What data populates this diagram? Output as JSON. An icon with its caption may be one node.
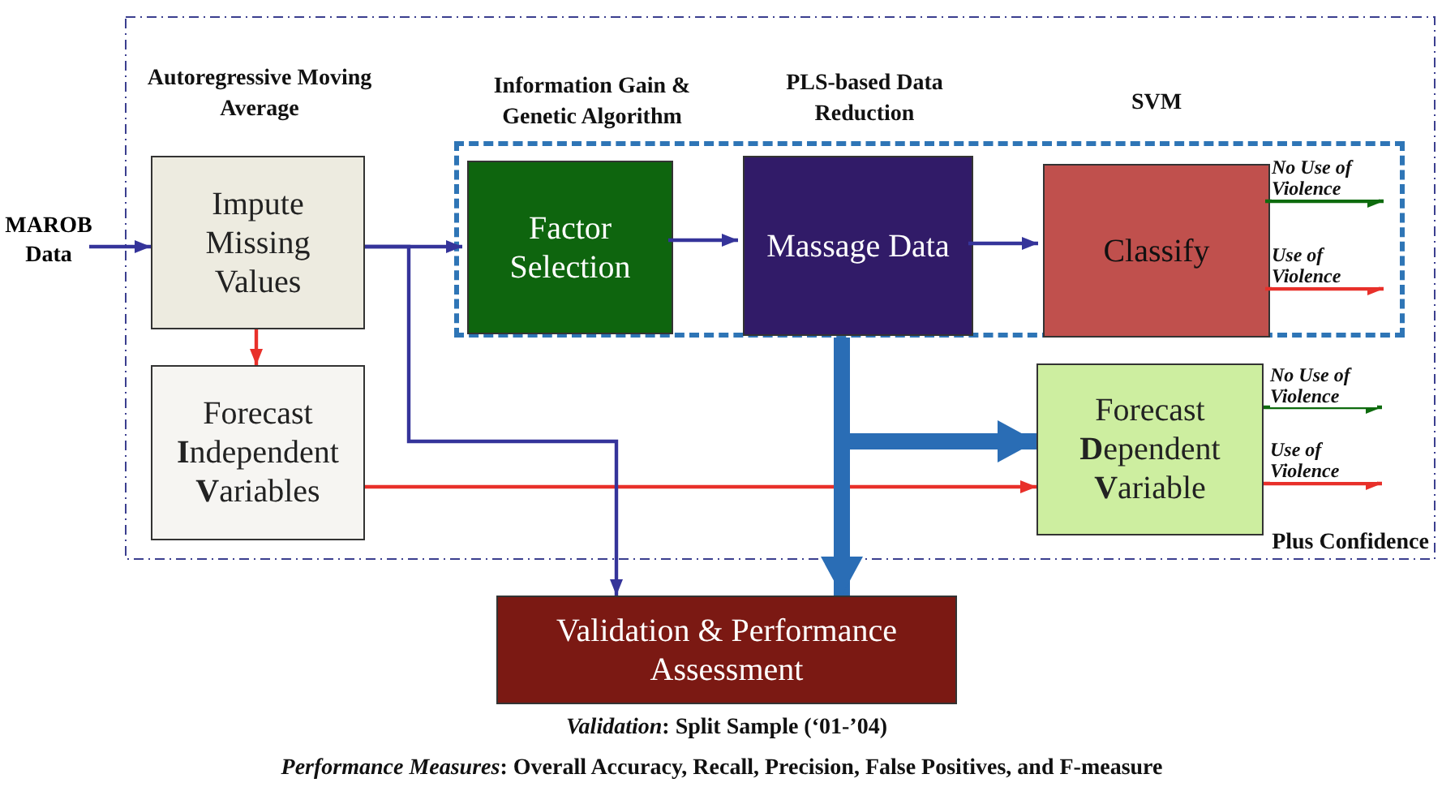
{
  "diagram": {
    "nodes": [
      {
        "text": [],
        "shape": "box"
      },
      {
        "text": [
          "MAROB Data"
        ]
      },
      {
        "text": [
          "Impute Missing Values"
        ],
        "in": 0,
        "beside": [
          "Autoregressive Moving Average"
        ]
      },
      {
        "text": [],
        "shape": "box",
        "in": 0
      },
      {
        "text": [
          "Factor Selection"
        ],
        "in": 3,
        "beside": [
          "Information Gain & Genetic Algorithm"
        ]
      },
      {
        "text": [
          "Massage Data"
        ],
        "in": 3,
        "beside": [
          "PLS-based Data Reduction"
        ]
      },
      {
        "text": [
          "Classify"
        ],
        "in": 3,
        "beside": [
          "SVM"
        ]
      },
      {
        "text": [
          "Forecast **I**ndependent **V**ariables"
        ],
        "in": 0
      },
      {
        "text": [
          "Forecast **D**ependent **V**ariable"
        ],
        "in": 0,
        "beside": [
          "Plus Confidence"
        ]
      },
      {
        "text": [
          "Validation & Performance Assessment"
        ]
      }
    ],
    "edges": [
      {
        "from": 1,
        "to": 2,
        "arrow": "to"
      },
      {
        "from": 2,
        "to": 4,
        "arrow": "to"
      },
      {
        "from": 4,
        "to": 5,
        "arrow": "to"
      },
      {
        "from": 5,
        "to": 6,
        "arrow": "to"
      },
      {
        "from": 6,
        "to": null,
        "arrow": "to",
        "label": "No Use of Violence",
        "color": "#0e6b0e"
      },
      {
        "from": 6,
        "to": null,
        "arrow": "to",
        "label": "Use of Violence",
        "color": "#e8302a"
      },
      {
        "from": 2,
        "to": 7,
        "arrow": "to",
        "color": "#e8302a"
      },
      {
        "from": 7,
        "to": 8,
        "arrow": "to",
        "color": "#e8302a"
      },
      {
        "from": 2,
        "to": 9,
        "arrow": "to"
      },
      {
        "from": 3,
        "to": 8,
        "arrow": "to",
        "style": "thick",
        "color": "#2a6db5"
      },
      {
        "from": 3,
        "to": 9,
        "arrow": "to",
        "style": "thick",
        "color": "#2a6db5"
      },
      {
        "from": 8,
        "to": null,
        "arrow": "to",
        "label": "No Use of Violence",
        "color": "#0e6b0e"
      },
      {
        "from": 8,
        "to": null,
        "arrow": "to",
        "label": "Use of Violence",
        "color": "#e8302a"
      }
    ],
    "labels": [
      "*Validation*: Split Sample (‘01-’04)",
      "*Performance Measures*:  Overall Accuracy, Recall, Precision, False Positives, and F-measure"
    ]
  }
}
